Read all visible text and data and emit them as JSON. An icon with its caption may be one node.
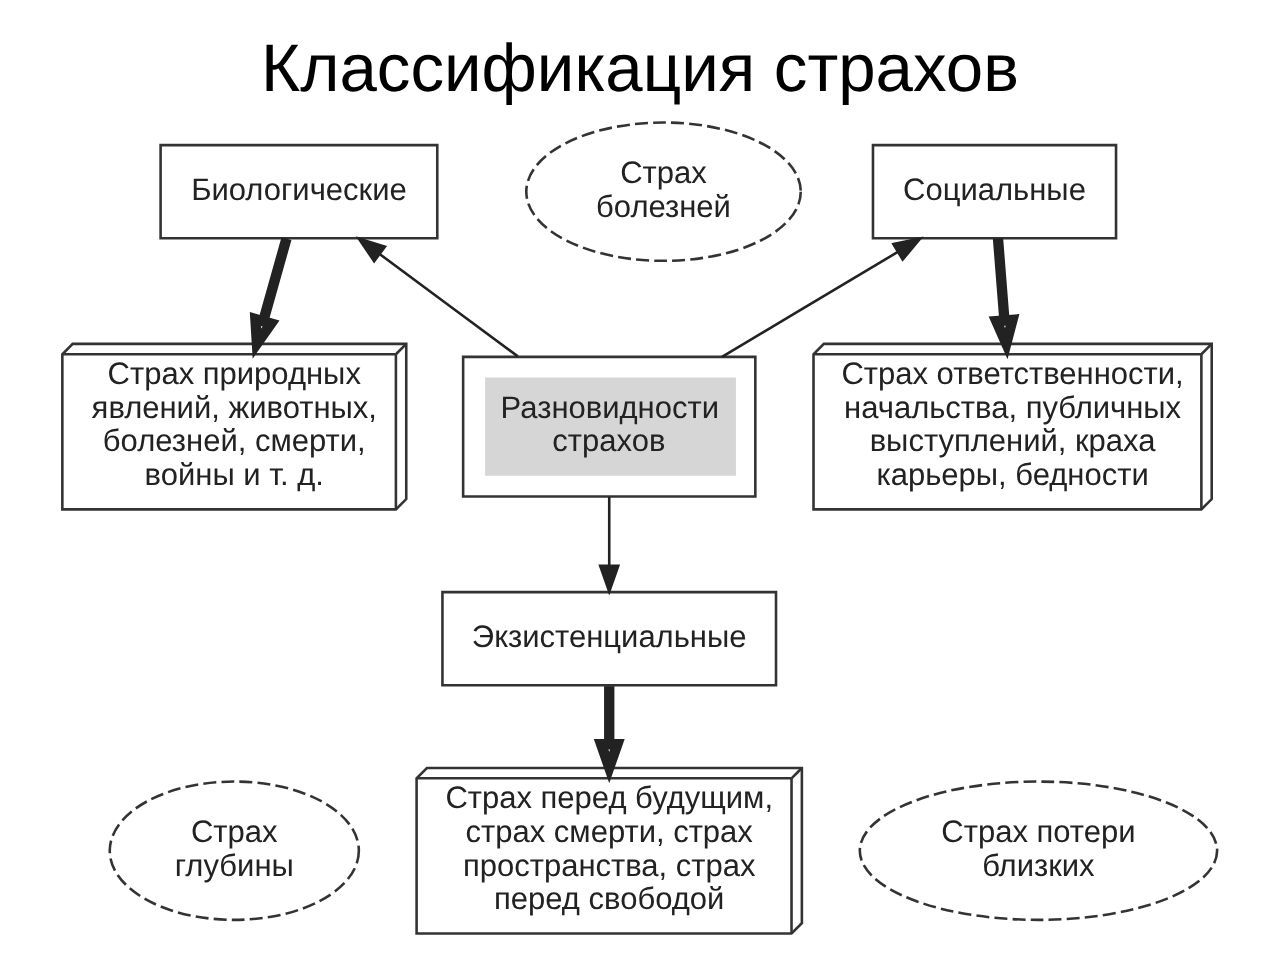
{
  "diagram": {
    "title": "Классификация страхов",
    "nodes": [
      {
        "text": [
          "Биологические"
        ]
      },
      {
        "text": [
          "Страх болезней"
        ]
      },
      {
        "text": [
          "Социальные"
        ]
      },
      {
        "text": [
          "Разновидности страхов"
        ]
      },
      {
        "text": [
          "Страх природных явлений, животных, болезней, смерти, войны и т. д."
        ]
      },
      {
        "text": [
          "Страх ответственности, начальства, публичных выступлений, краха карьеры, бедности"
        ]
      },
      {
        "text": [
          "Экзистенциальные"
        ]
      },
      {
        "text": [
          "Страх глубины"
        ]
      },
      {
        "text": [
          "Страх потери близких"
        ]
      },
      {
        "text": [
          "Страх перед будущим, страх смерти, страх пространства, страх перед свободой"
        ]
      }
    ],
    "edges": [
      {
        "from": 3,
        "to": 0,
        "arrow": "to"
      },
      {
        "from": 3,
        "to": 2,
        "arrow": "to"
      },
      {
        "from": 0,
        "to": 4,
        "arrow": "to",
        "style": "thick"
      },
      {
        "from": 2,
        "to": 5,
        "arrow": "to",
        "style": "thick"
      },
      {
        "from": 3,
        "to": 6,
        "arrow": "to"
      },
      {
        "from": 6,
        "to": 9,
        "arrow": "to",
        "style": "thick"
      }
    ]
  }
}
